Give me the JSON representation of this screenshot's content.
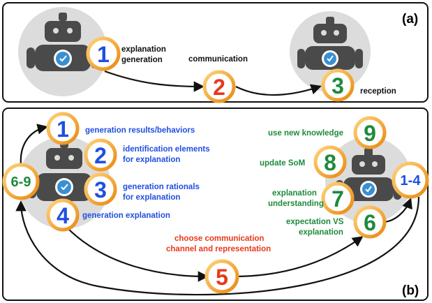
{
  "colors": {
    "blue": "#1f4fe0",
    "red": "#e8391a",
    "green": "#1e8a3c",
    "black": "#111111",
    "orange": "#f29a1c",
    "robot_bg": "#dcdcdc",
    "robot_body": "#4a4a4a",
    "robot_eye": "#3a8fd0"
  },
  "panel_a": {
    "tag": "(a)",
    "step1": {
      "number": "1",
      "label_line1": "explanation",
      "label_line2": "generation"
    },
    "step2": {
      "number": "2",
      "label": "communication"
    },
    "step3": {
      "number": "3",
      "label": "reception"
    }
  },
  "panel_b": {
    "tag": "(b)",
    "left": {
      "loop_badge": "6-9",
      "step1": {
        "number": "1",
        "label": "generation results/behaviors"
      },
      "step2": {
        "number": "2",
        "label_line1": "identification elements",
        "label_line2": "for explanation"
      },
      "step3": {
        "number": "3",
        "label_line1": "generation rationals",
        "label_line2": "for explanation"
      },
      "step4": {
        "number": "4",
        "label": "generation explanation"
      }
    },
    "middle": {
      "step5": {
        "number": "5",
        "label_line1": "choose communication",
        "label_line2": "channel and representation"
      }
    },
    "right": {
      "loop_badge": "1-4",
      "step9": {
        "number": "9",
        "label": "use new knowledge"
      },
      "step8": {
        "number": "8",
        "label": "update SoM"
      },
      "step7": {
        "number": "7",
        "label_line1": "explanation",
        "label_line2": "understanding"
      },
      "step6": {
        "number": "6",
        "label_line1": "expectation VS",
        "label_line2": "explanation"
      }
    }
  }
}
